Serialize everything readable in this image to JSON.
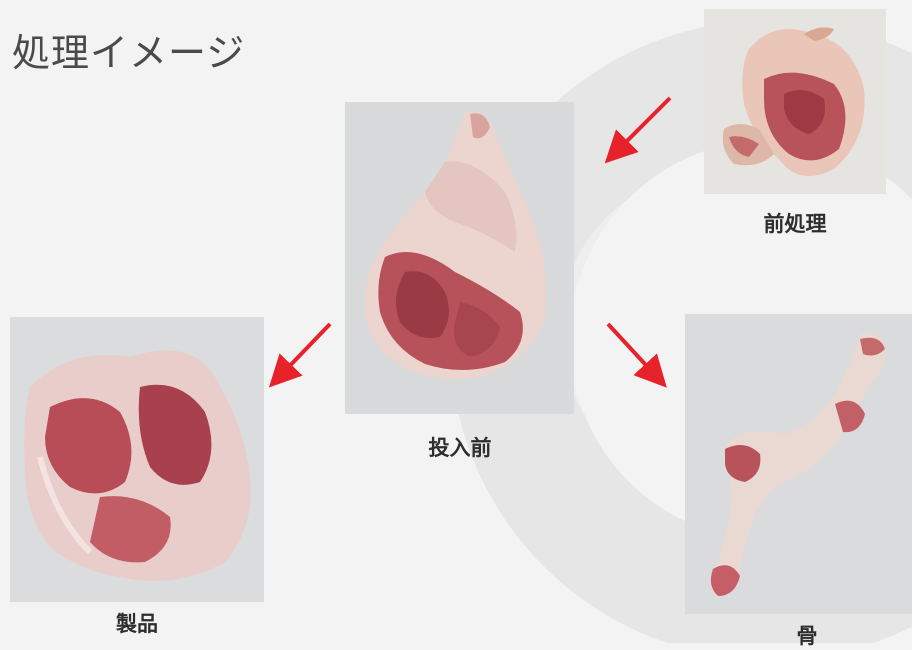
{
  "title": "処理イメージ",
  "items": {
    "pretreatment": {
      "label": "前処理"
    },
    "input": {
      "label": "投入前"
    },
    "product": {
      "label": "製品"
    },
    "bone": {
      "label": "骨"
    }
  },
  "colors": {
    "arrow": "#e8222a",
    "background": "#f3f3f3",
    "swirl": "#e6e6e6"
  }
}
